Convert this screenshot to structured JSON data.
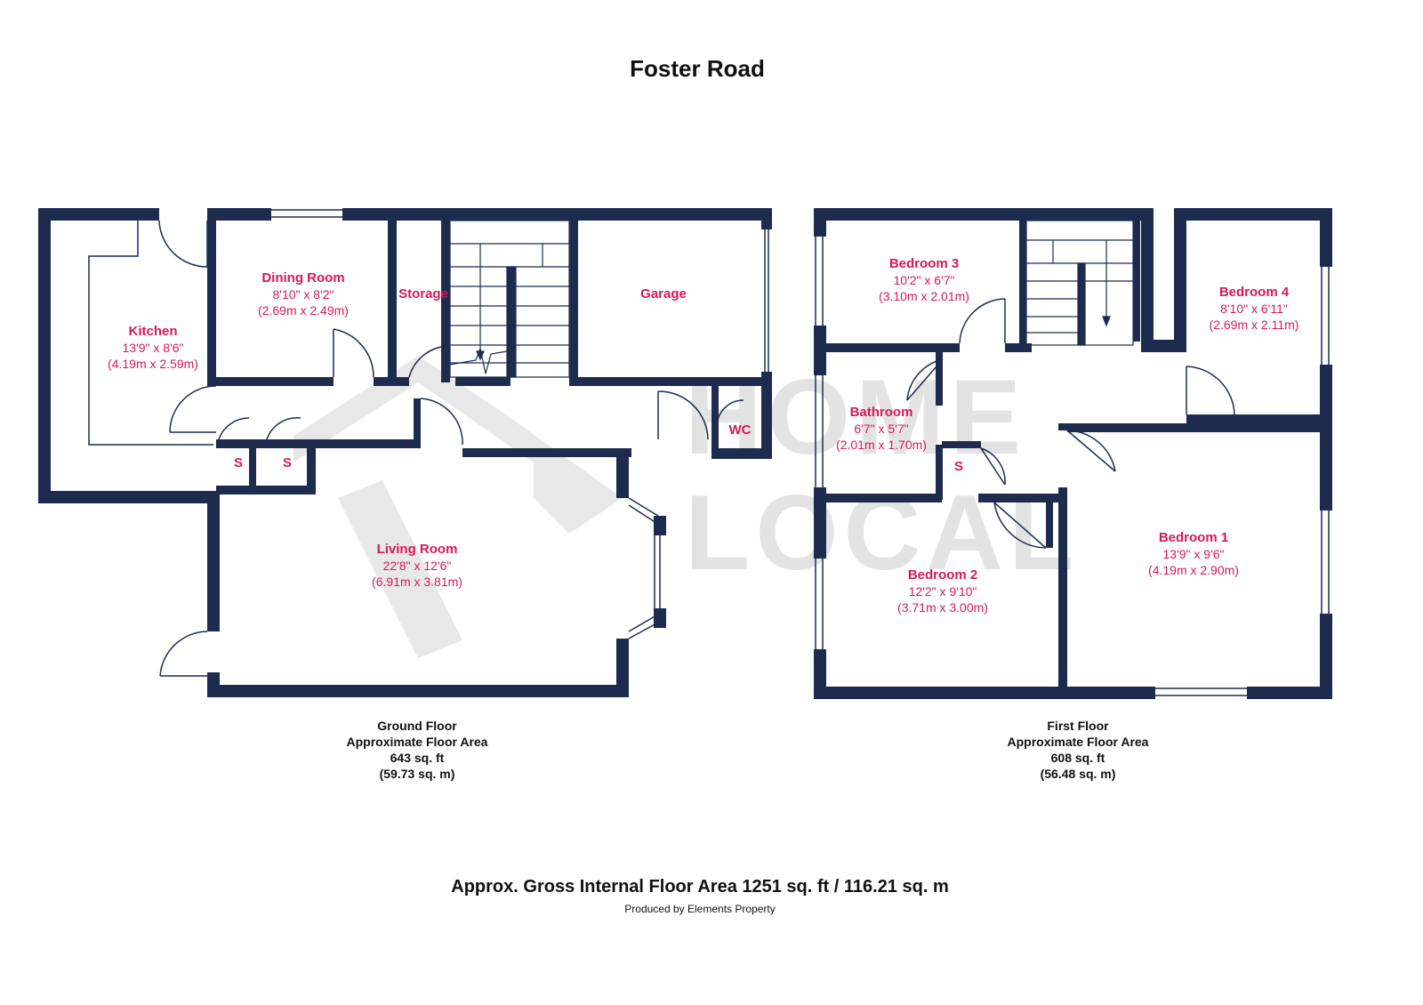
{
  "title": "Foster Road",
  "colors": {
    "wall": "#1d2b4e",
    "room_text": "#d8175a",
    "watermark": "#e4e4e4"
  },
  "watermark": {
    "line1": "HOME",
    "line2": "LOCAL"
  },
  "ground_floor": {
    "rooms": [
      {
        "name": "Kitchen",
        "dim_imperial": "13'9\" x 8'6\"",
        "dim_metric": "(4.19m x 2.59m)"
      },
      {
        "name": "Dining Room",
        "dim_imperial": "8'10\" x 8'2\"",
        "dim_metric": "(2.69m x 2.49m)"
      },
      {
        "name": "Storage"
      },
      {
        "name": "Garage"
      },
      {
        "name": "WC"
      },
      {
        "name": "S"
      },
      {
        "name": "S"
      },
      {
        "name": "Living Room",
        "dim_imperial": "22'8\" x 12'6\"",
        "dim_metric": "(6.91m x 3.81m)"
      }
    ],
    "label": "Ground Floor",
    "area_label": "Approximate Floor Area",
    "area_sqft": "643 sq. ft",
    "area_sqm": "(59.73 sq. m)"
  },
  "first_floor": {
    "rooms": [
      {
        "name": "Bedroom 3",
        "dim_imperial": "10'2\" x 6'7\"",
        "dim_metric": "(3.10m x 2.01m)"
      },
      {
        "name": "Bedroom 4",
        "dim_imperial": "8'10\" x 6'11\"",
        "dim_metric": "(2.69m x 2.11m)"
      },
      {
        "name": "Bathroom",
        "dim_imperial": "6'7\" x 5'7\"",
        "dim_metric": "(2.01m x 1.70m)"
      },
      {
        "name": "S"
      },
      {
        "name": "Bedroom 1",
        "dim_imperial": "13'9\" x 9'6\"",
        "dim_metric": "(4.19m x 2.90m)"
      },
      {
        "name": "Bedroom 2",
        "dim_imperial": "12'2\" x 9'10\"",
        "dim_metric": "(3.71m x 3.00m)"
      }
    ],
    "label": "First Floor",
    "area_label": "Approximate Floor Area",
    "area_sqft": "608 sq. ft",
    "area_sqm": "(56.48 sq. m)"
  },
  "gross_area": "Approx. Gross Internal Floor Area 1251 sq. ft / 116.21 sq. m",
  "credit": "Produced by Elements Property"
}
